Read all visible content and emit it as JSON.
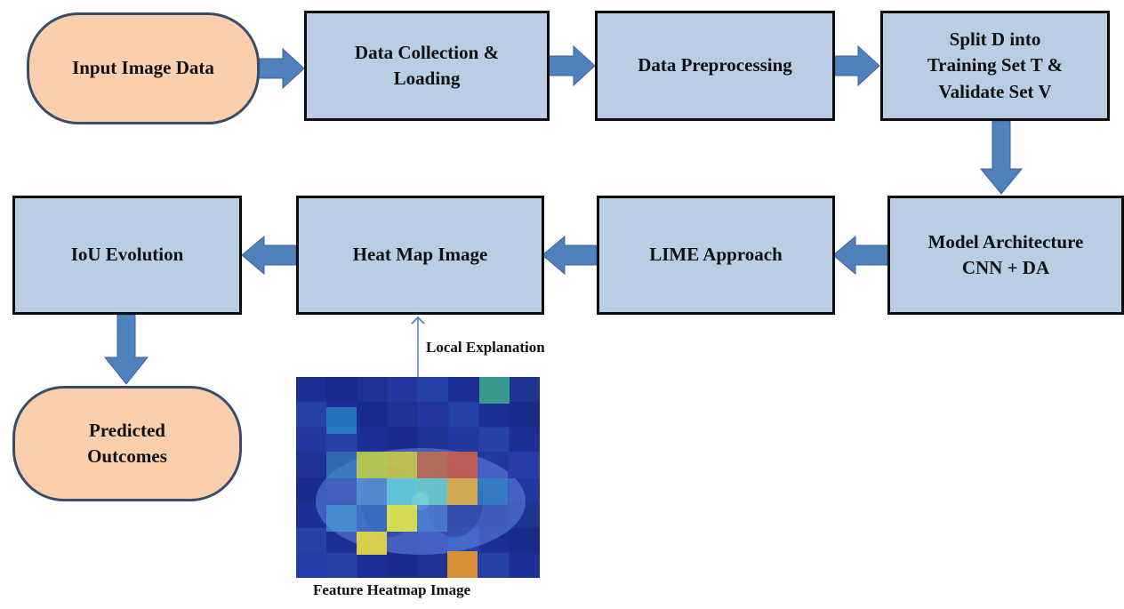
{
  "diagram": {
    "nodes": {
      "input": "Input Image Data",
      "collection": "Data Collection &\nLoading",
      "preprocessing": "Data Preprocessing",
      "split": "Split D into\nTraining Set T &\nValidate Set V",
      "model": "Model Architecture\nCNN + DA",
      "lime": "LIME Approach",
      "heatmap": "Heat Map Image",
      "iou": "IoU Evolution",
      "predicted": "Predicted\nOutcomes"
    },
    "local_explanation_label": "Local Explanation",
    "feature_image_caption": "Feature Heatmap Image"
  },
  "colors": {
    "process_fill": "#b9cde5",
    "terminal_fill": "#f9cfae",
    "arrow": "#4f81bd"
  }
}
